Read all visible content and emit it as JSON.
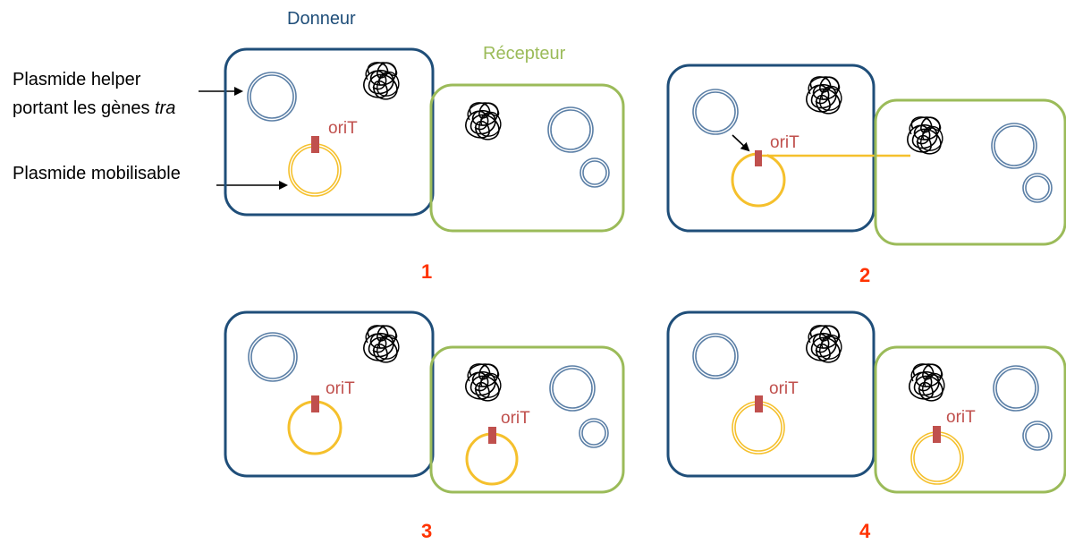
{
  "labels": {
    "donor": "Donneur",
    "recipient": "Récepteur",
    "helper_line1": "Plasmide helper",
    "helper_line2_prefix": "portant les gènes ",
    "helper_line2_italic": "tra",
    "mobilisable": "Plasmide mobilisable",
    "orit": "oriT"
  },
  "steps": [
    "1",
    "2",
    "3",
    "4"
  ],
  "colors": {
    "donor_cell": "#1f4e79",
    "recipient_cell": "#9bbb59",
    "donor_label": "#1f4e79",
    "recipient_label": "#9bbb59",
    "helper_plasmid": "#5b7fa6",
    "mobilisable_plasmid": "#f5c02c",
    "orit_marker": "#c0504d",
    "orit_text": "#c0504d",
    "step_number": "#ff3300",
    "chromosome": "#000000",
    "arrow": "#000000"
  },
  "icons": {
    "chromosome": "tangled-chromosome-icon",
    "helper": "double-ring-plasmid-icon",
    "mobilisable": "ring-plasmid-icon",
    "orit": "orit-marker-icon"
  }
}
